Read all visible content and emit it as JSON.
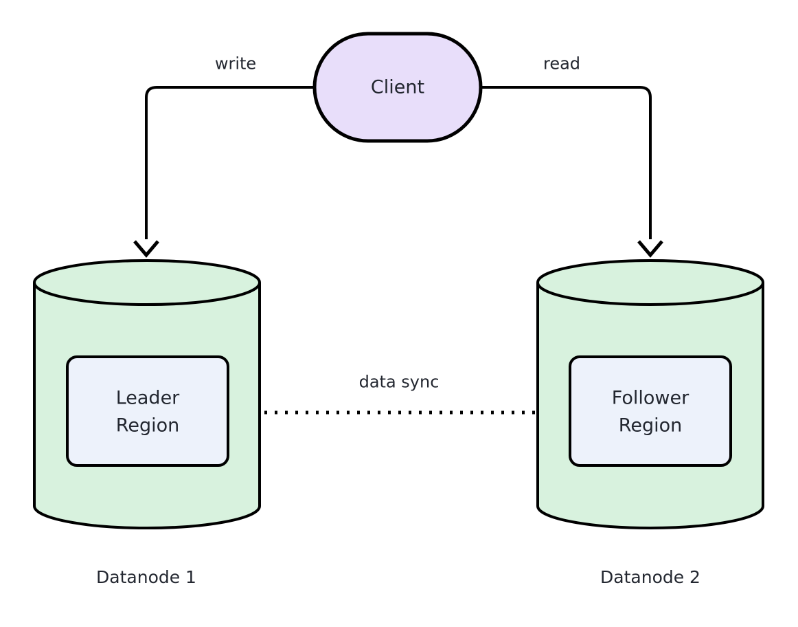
{
  "diagram": {
    "type": "architecture-diagram",
    "background_color": "#ffffff",
    "stroke_color": "#000000",
    "text_color": "#232730",
    "nodes": [
      {
        "id": "client",
        "label": "Client",
        "shape": "stadium",
        "fill": "#E8DEFA",
        "stroke": "#000000"
      },
      {
        "id": "datanode1",
        "label": "Datanode 1",
        "shape": "cylinder",
        "fill": "#D8F2DE",
        "stroke": "#000000"
      },
      {
        "id": "datanode2",
        "label": "Datanode 2",
        "shape": "cylinder",
        "fill": "#D8F2DE",
        "stroke": "#000000"
      },
      {
        "id": "leader-region",
        "label_line1": "Leader",
        "label_line2": "Region",
        "shape": "rounded-rect",
        "fill": "#EDF2FB",
        "stroke": "#000000"
      },
      {
        "id": "follower-region",
        "label_line1": "Follower",
        "label_line2": "Region",
        "shape": "rounded-rect",
        "fill": "#EDF2FB",
        "stroke": "#000000"
      }
    ],
    "edges": [
      {
        "id": "write-edge",
        "label": "write",
        "from": "client",
        "to": "datanode1",
        "style": "solid",
        "arrow": "open"
      },
      {
        "id": "read-edge",
        "label": "read",
        "from": "client",
        "to": "datanode2",
        "style": "solid",
        "arrow": "open"
      },
      {
        "id": "data-sync-edge",
        "label": "data sync",
        "from": "leader-region",
        "to": "follower-region",
        "style": "dotted",
        "arrow": "open"
      }
    ]
  }
}
